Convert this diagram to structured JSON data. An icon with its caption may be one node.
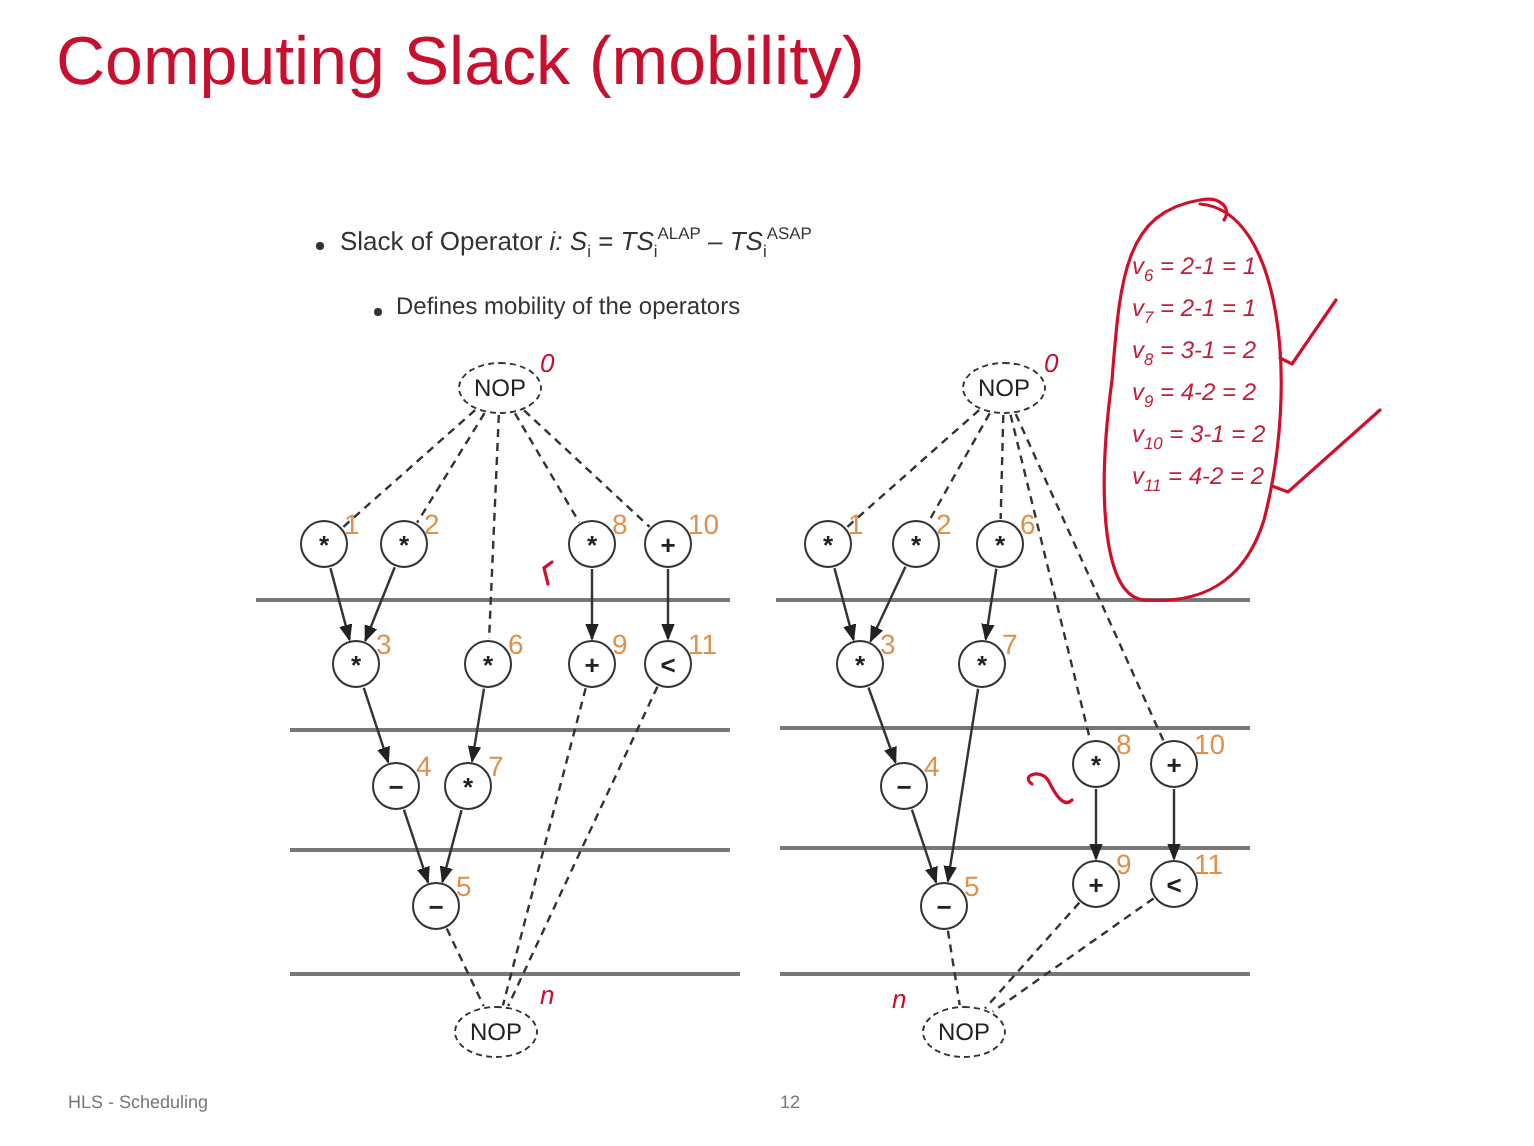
{
  "diagram": {
    "title": "Computing Slack (mobility)",
    "nodes": [
      {
        "text": [
          "NOP"
        ],
        "beside": [
          "0"
        ]
      },
      {
        "text": [
          "*"
        ],
        "beside": [
          "1"
        ]
      },
      {
        "text": [
          "*"
        ],
        "beside": [
          "2"
        ]
      },
      {
        "text": [
          "*"
        ],
        "beside": [
          "8"
        ]
      },
      {
        "text": [
          "+"
        ],
        "beside": [
          "10"
        ]
      },
      {
        "text": [
          "*"
        ],
        "beside": [
          "3"
        ]
      },
      {
        "text": [
          "*"
        ],
        "beside": [
          "6"
        ]
      },
      {
        "text": [
          "+"
        ],
        "beside": [
          "9"
        ]
      },
      {
        "text": [
          "<"
        ],
        "beside": [
          "11"
        ]
      },
      {
        "text": [
          "−"
        ],
        "beside": [
          "4"
        ]
      },
      {
        "text": [
          "*"
        ],
        "beside": [
          "7"
        ]
      },
      {
        "text": [
          "−"
        ],
        "beside": [
          "5"
        ]
      },
      {
        "text": [
          "NOP"
        ],
        "beside": [
          "n"
        ]
      },
      {
        "text": [
          "NOP"
        ],
        "beside": [
          "0"
        ]
      },
      {
        "text": [
          "*"
        ],
        "beside": [
          "1"
        ]
      },
      {
        "text": [
          "*"
        ],
        "beside": [
          "2"
        ]
      },
      {
        "text": [
          "*"
        ],
        "beside": [
          "6"
        ]
      },
      {
        "text": [
          "*"
        ],
        "beside": [
          "3"
        ]
      },
      {
        "text": [
          "*"
        ],
        "beside": [
          "7"
        ]
      },
      {
        "text": [
          "−"
        ],
        "beside": [
          "4"
        ]
      },
      {
        "text": [
          "*"
        ],
        "beside": [
          "8"
        ]
      },
      {
        "text": [
          "+"
        ],
        "beside": [
          "10"
        ]
      },
      {
        "text": [
          "−"
        ],
        "beside": [
          "5"
        ]
      },
      {
        "text": [
          "+"
        ],
        "beside": [
          "9"
        ]
      },
      {
        "text": [
          "<"
        ],
        "beside": [
          "11"
        ]
      },
      {
        "text": [
          "NOP"
        ],
        "beside": [
          "n"
        ]
      }
    ],
    "edges": [
      {
        "from": 0,
        "to": 1,
        "arrow": "none",
        "style": "dashed"
      },
      {
        "from": 0,
        "to": 2,
        "arrow": "none",
        "style": "dashed"
      },
      {
        "from": 0,
        "to": 6,
        "arrow": "none",
        "style": "dashed"
      },
      {
        "from": 0,
        "to": 3,
        "arrow": "none",
        "style": "dashed"
      },
      {
        "from": 0,
        "to": 4,
        "arrow": "none",
        "style": "dashed"
      },
      {
        "from": 1,
        "to": 5,
        "arrow": "to"
      },
      {
        "from": 2,
        "to": 5,
        "arrow": "to"
      },
      {
        "from": 3,
        "to": 7,
        "arrow": "to"
      },
      {
        "from": 4,
        "to": 8,
        "arrow": "to"
      },
      {
        "from": 5,
        "to": 9,
        "arrow": "to"
      },
      {
        "from": 6,
        "to": 10,
        "arrow": "to"
      },
      {
        "from": 9,
        "to": 11,
        "arrow": "to"
      },
      {
        "from": 10,
        "to": 11,
        "arrow": "to"
      },
      {
        "from": 11,
        "to": 12,
        "arrow": "none",
        "style": "dashed"
      },
      {
        "from": 7,
        "to": 12,
        "arrow": "none",
        "style": "dashed"
      },
      {
        "from": 8,
        "to": 12,
        "arrow": "none",
        "style": "dashed"
      },
      {
        "from": 13,
        "to": 14,
        "arrow": "none",
        "style": "dashed"
      },
      {
        "from": 13,
        "to": 15,
        "arrow": "none",
        "style": "dashed"
      },
      {
        "from": 13,
        "to": 16,
        "arrow": "none",
        "style": "dashed"
      },
      {
        "from": 13,
        "to": 20,
        "arrow": "none",
        "style": "dashed"
      },
      {
        "from": 13,
        "to": 21,
        "arrow": "none",
        "style": "dashed"
      },
      {
        "from": 14,
        "to": 17,
        "arrow": "to"
      },
      {
        "from": 15,
        "to": 17,
        "arrow": "to"
      },
      {
        "from": 16,
        "to": 18,
        "arrow": "to"
      },
      {
        "from": 17,
        "to": 19,
        "arrow": "to"
      },
      {
        "from": 19,
        "to": 22,
        "arrow": "to"
      },
      {
        "from": 18,
        "to": 22,
        "arrow": "to"
      },
      {
        "from": 20,
        "to": 23,
        "arrow": "to"
      },
      {
        "from": 21,
        "to": 24,
        "arrow": "to"
      },
      {
        "from": 22,
        "to": 25,
        "arrow": "none",
        "style": "dashed"
      },
      {
        "from": 23,
        "to": 25,
        "arrow": "none",
        "style": "dashed"
      },
      {
        "from": 24,
        "to": 25,
        "arrow": "none",
        "style": "dashed"
      }
    ],
    "labels": [
      "Slack of Operator *i:* *S*$_{i}$ = *TS*$_{i}$$^{ALAP}$ – *TS*$_{i}$$^{ASAP}$",
      "Defines mobility of the operators",
      "v$_{6}$ = 2-1 = 1",
      "v$_{7}$ = 2-1 = 1",
      "v$_{8}$ = 3-1 = 2",
      "v$_{9}$ = 4-2 = 2",
      "v$_{10}$ = 3-1 = 2",
      "v$_{11}$ = 4-2 = 2",
      "HLS - Scheduling",
      "12"
    ]
  }
}
